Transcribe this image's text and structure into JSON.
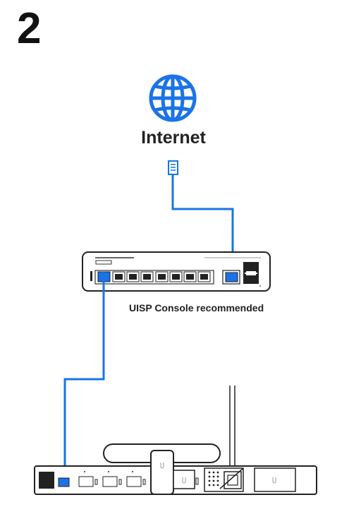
{
  "step": {
    "number": "2"
  },
  "internet": {
    "label": "Internet",
    "icon": "globe-icon"
  },
  "switch": {
    "note": "UISP Console recommended"
  },
  "colors": {
    "cable": "#1a73e8",
    "line": "#222222",
    "globe": "#1a73e8"
  }
}
